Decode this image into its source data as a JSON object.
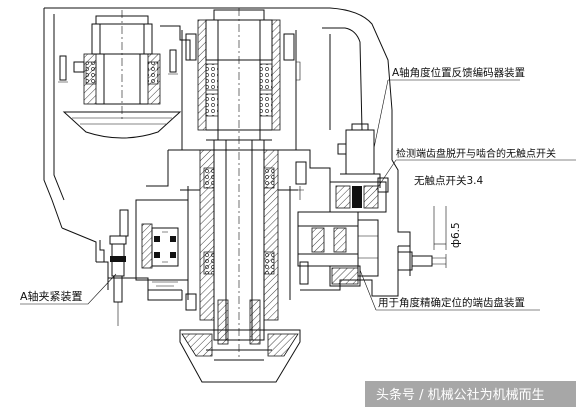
{
  "labels": {
    "encoder": "A轴角度位置反馈编码器装置",
    "switch_detect": "检测端齿盘脱开与啮合的无触点开关",
    "switch_model": "无触点开关3.4",
    "clamp": "A轴夹紧装置",
    "gear_disc": "用于角度精确定位的端齿盘装置",
    "dimension": "ф6.5"
  },
  "watermark": "头条号 / 机械公社为机械而生"
}
